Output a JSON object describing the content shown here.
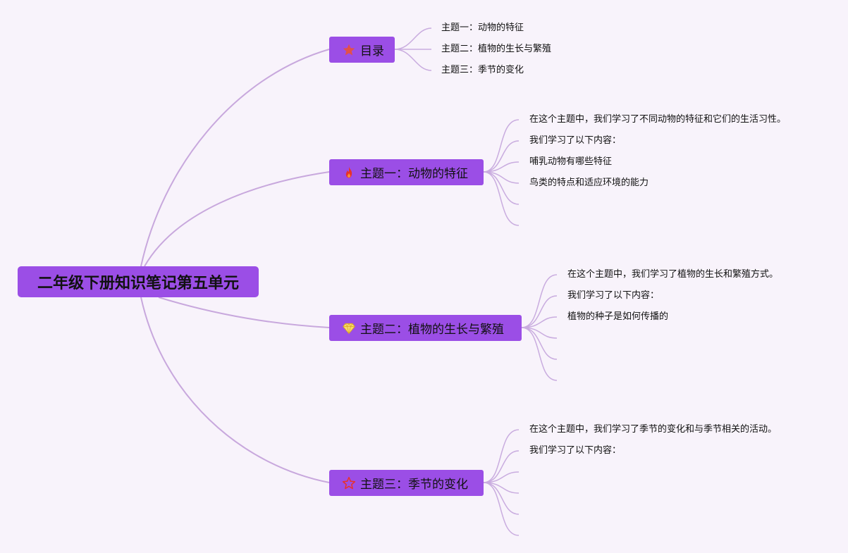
{
  "root": {
    "label": "二年级下册知识笔记第五单元"
  },
  "topics": [
    {
      "label": "目录",
      "icon": "star-filled-icon",
      "color": "#e2504a",
      "leaves": [
        "主题一：动物的特征",
        "主题二：植物的生长与繁殖",
        "主题三：季节的变化"
      ]
    },
    {
      "label": "主题一：动物的特征",
      "icon": "fire-icon",
      "color": "#e8322b",
      "leaves": [
        "在这个主题中，我们学习了不同动物的特征和它们的生活习性。",
        "我们学习了以下内容：",
        "哺乳动物有哪些特征",
        "鸟类的特点和适应环境的能力",
        "",
        ""
      ]
    },
    {
      "label": "主题二：植物的生长与繁殖",
      "icon": "diamond-icon",
      "color": "#f2c94c",
      "leaves": [
        "在这个主题中，我们学习了植物的生长和繁殖方式。",
        "我们学习了以下内容：",
        "植物的种子是如何传播的",
        "",
        "",
        ""
      ]
    },
    {
      "label": "主题三：季节的变化",
      "icon": "star-outline-icon",
      "color": "#e8322b",
      "leaves": [
        "在这个主题中，我们学习了季节的变化和与季节相关的活动。",
        "我们学习了以下内容：",
        "",
        "",
        "",
        ""
      ]
    }
  ],
  "colors": {
    "background": "#f8f3fb",
    "node_fill": "#9b4ee6",
    "connector": "#c8a8dd"
  }
}
